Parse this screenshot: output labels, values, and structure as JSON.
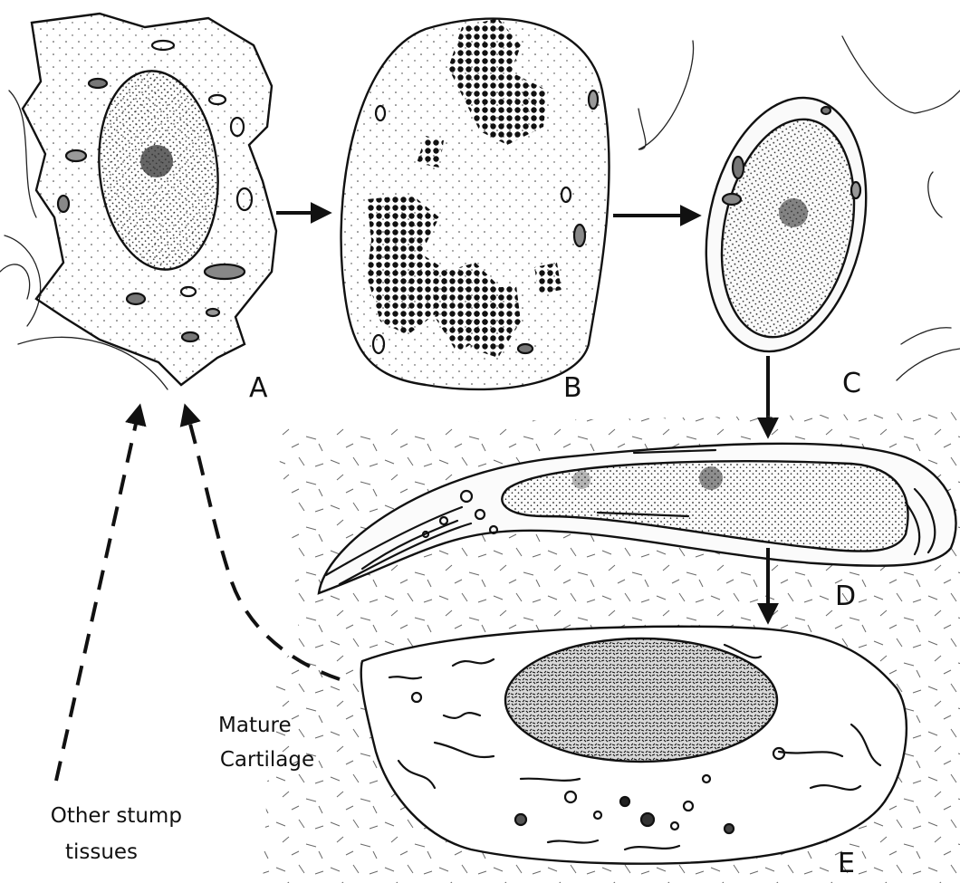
{
  "figure": {
    "panels": [
      {
        "id": "A",
        "label": "A"
      },
      {
        "id": "B",
        "label": "B"
      },
      {
        "id": "C",
        "label": "C"
      },
      {
        "id": "D",
        "label": "D"
      },
      {
        "id": "E",
        "label": "E"
      }
    ],
    "annotations": {
      "mature_cartilage": [
        "Mature",
        "Cartilage"
      ],
      "other_tissues": [
        "Other stump",
        "tissues"
      ]
    }
  }
}
